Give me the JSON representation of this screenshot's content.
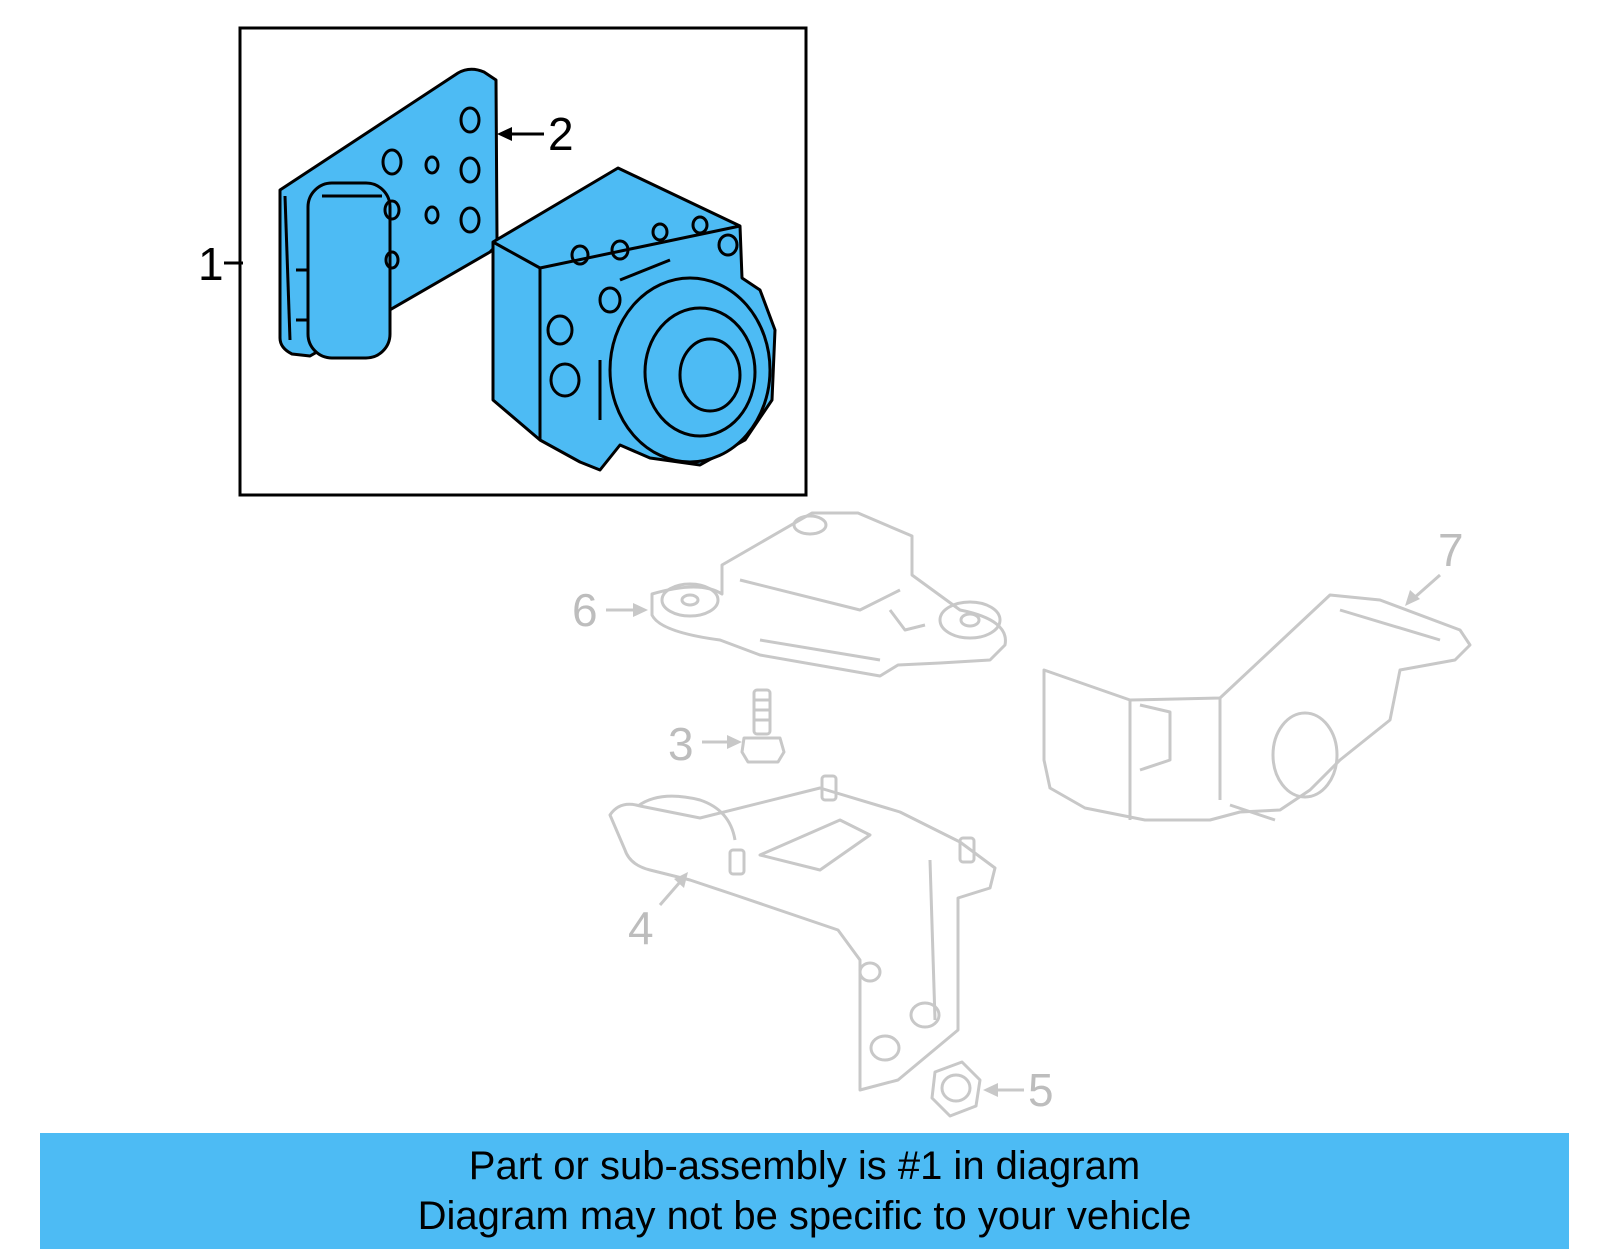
{
  "colors": {
    "highlight_fill": "#4dbbf4",
    "active_line": "#000000",
    "inactive_line": "#c8c8c8",
    "inactive_text": "#bdbdbd",
    "banner_bg": "#4dbbf4"
  },
  "callouts": {
    "c1": "1",
    "c2": "2",
    "c3": "3",
    "c4": "4",
    "c5": "5",
    "c6": "6",
    "c7": "7"
  },
  "banner": {
    "line1": "Part or sub-assembly is #1 in diagram",
    "line2": "Diagram may not be specific to your vehicle"
  }
}
